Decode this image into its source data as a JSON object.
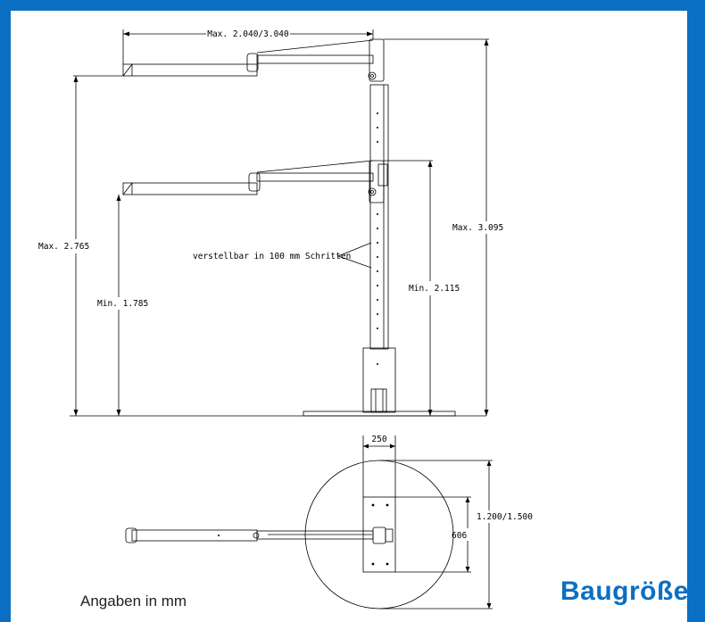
{
  "heading": "Baugröße",
  "units_note": "Angaben in mm",
  "labels": {
    "reach": "Max. 2.040/3.040",
    "max_total_height": "Max. 3.095",
    "max_arm_height": "Max. 2.765",
    "min_arm_height": "Min. 1.785",
    "min_pivot_height": "Min. 2.115",
    "adjust_note": "verstellbar in 100 mm Schritten",
    "base_plate_width": "250",
    "base_plate_depth": "606",
    "base_diameter": "1.200/1.500"
  },
  "colors": {
    "frame": "#0b6fc4",
    "heading": "#0b6fc4",
    "drawing": "#000000"
  }
}
